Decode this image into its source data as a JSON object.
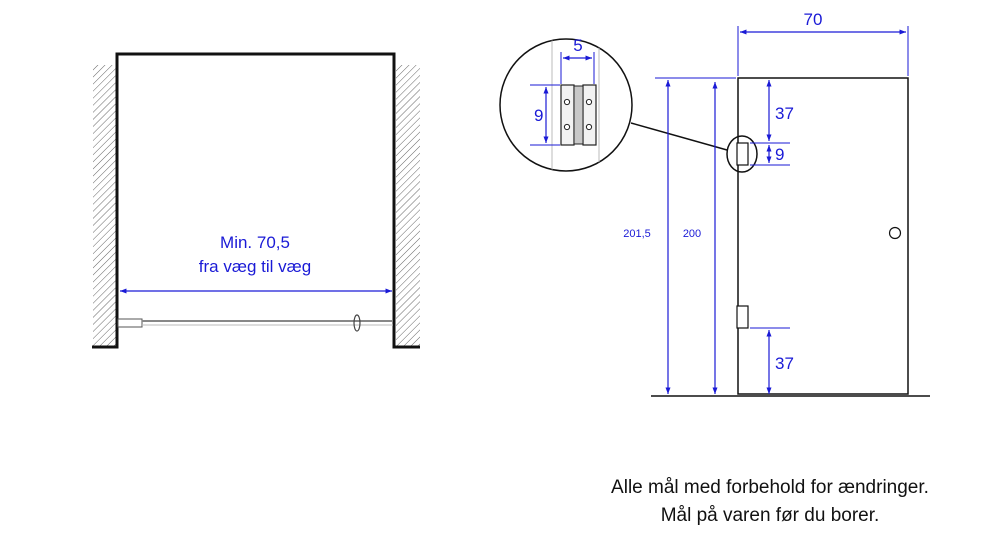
{
  "left_view": {
    "width_label_line1": "Min. 70,5",
    "width_label_line2": "fra væg til væg"
  },
  "right_view": {
    "door_width": "70",
    "total_height": "201,5",
    "door_height": "200",
    "top_hinge_offset": "37",
    "hinge_height": "9",
    "bottom_hinge_offset": "37"
  },
  "detail": {
    "hinge_width": "5",
    "hinge_height": "9"
  },
  "disclaimer": {
    "line1": "Alle mål med forbehold for ændringer.",
    "line2": "Mål på varen før du borer."
  },
  "colors": {
    "dimension": "#1a1ad6",
    "line": "#111111",
    "hatch": "#555555"
  }
}
